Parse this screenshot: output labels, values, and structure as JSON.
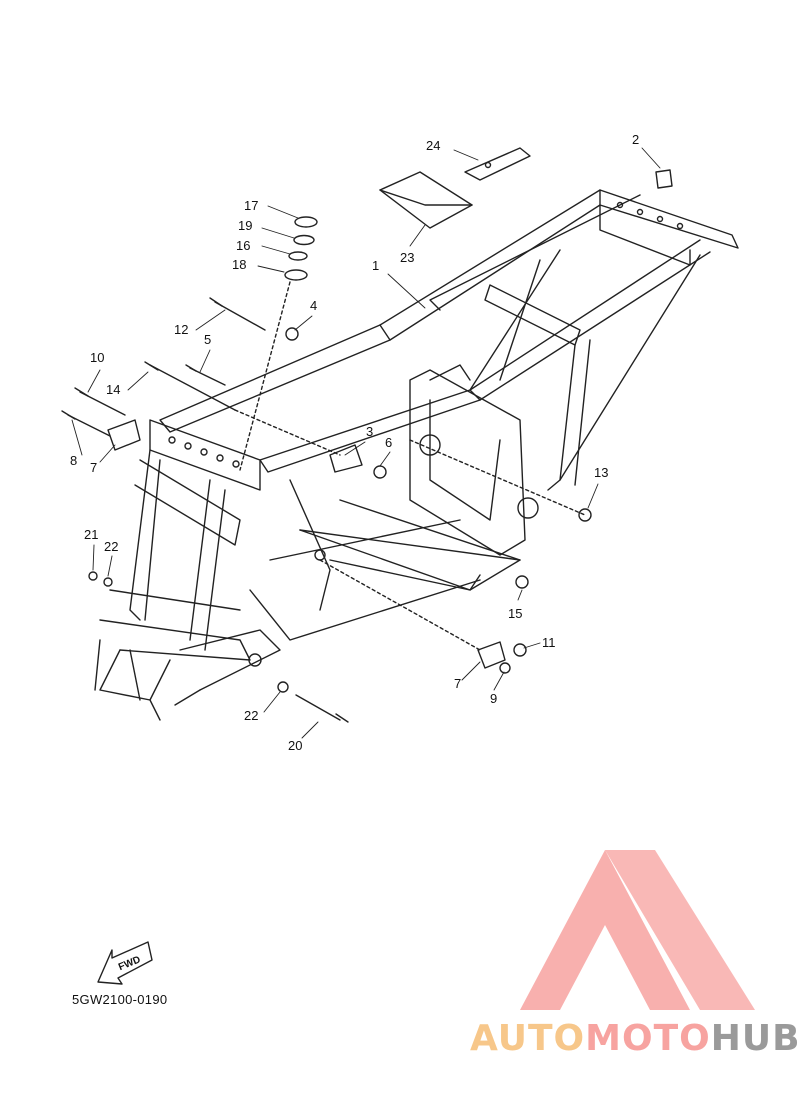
{
  "diagram": {
    "callouts": [
      {
        "id": "c1",
        "text": "1"
      },
      {
        "id": "c2",
        "text": "2"
      },
      {
        "id": "c3",
        "text": "3"
      },
      {
        "id": "c4",
        "text": "4"
      },
      {
        "id": "c5",
        "text": "5"
      },
      {
        "id": "c6",
        "text": "6"
      },
      {
        "id": "c7a",
        "text": "7"
      },
      {
        "id": "c7b",
        "text": "7"
      },
      {
        "id": "c8",
        "text": "8"
      },
      {
        "id": "c9",
        "text": "9"
      },
      {
        "id": "c10",
        "text": "10"
      },
      {
        "id": "c11",
        "text": "11"
      },
      {
        "id": "c12",
        "text": "12"
      },
      {
        "id": "c13",
        "text": "13"
      },
      {
        "id": "c14",
        "text": "14"
      },
      {
        "id": "c15",
        "text": "15"
      },
      {
        "id": "c16",
        "text": "16"
      },
      {
        "id": "c17",
        "text": "17"
      },
      {
        "id": "c18",
        "text": "18"
      },
      {
        "id": "c19",
        "text": "19"
      },
      {
        "id": "c20",
        "text": "20"
      },
      {
        "id": "c21",
        "text": "21"
      },
      {
        "id": "c22a",
        "text": "22"
      },
      {
        "id": "c22b",
        "text": "22"
      },
      {
        "id": "c23",
        "text": "23"
      },
      {
        "id": "c24",
        "text": "24"
      }
    ],
    "fwd_label": "FWD",
    "part_code": "5GW2100-0190"
  },
  "watermark": {
    "word1": "AUTO",
    "word2": "MOTO",
    "word3": "HUB",
    "colors": {
      "auto": "#f7c78a",
      "moto": "#f7a3a0",
      "hub": "#9a9a9a",
      "triangle": "#f7a3a0"
    }
  }
}
